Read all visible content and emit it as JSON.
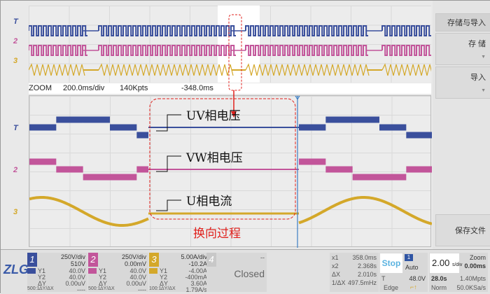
{
  "colors": {
    "ch1": "#3a4f9c",
    "ch2": "#c2559a",
    "ch3": "#d4a82a",
    "annot": "#e0201c",
    "cursor": "#3b7dc4"
  },
  "overview": {
    "channel_labels": [
      "T",
      "2",
      "3"
    ]
  },
  "zoombar": {
    "label": "ZOOM",
    "timebase": "200.0ms/div",
    "points": "140Kpts",
    "offset": "-348.0ms"
  },
  "main": {
    "channel_labels": [
      "T",
      "2",
      "3"
    ]
  },
  "annotations": {
    "uv": "UV相电压",
    "vw": "VW相电压",
    "u": "U相电流",
    "commutation": "换向过程"
  },
  "right_panel": {
    "title": "存储与导入",
    "save": "存 储",
    "import": "导入",
    "save_file": "保存文件"
  },
  "bottom": {
    "channels": [
      {
        "num": "1",
        "scale": "250V/div",
        "offset": "510V",
        "y1": "40.0V",
        "y2": "40.0V",
        "dy": "0.00uV",
        "dydx": "----",
        "cpl": "500:1"
      },
      {
        "num": "2",
        "scale": "250V/div",
        "offset": "0.00mV",
        "y1": "40.0V",
        "y2": "40.0V",
        "dy": "0.00uV",
        "dydx": "----",
        "cpl": "500:1"
      },
      {
        "num": "3",
        "scale": "5.00A/div",
        "offset": "-10.2A",
        "y1": "-4.00A",
        "y2": "-400mA",
        "dy": "3.60A",
        "dydx": "1.79A/s",
        "cpl": "100:1"
      }
    ],
    "ch4": {
      "num": "4",
      "status": "Closed",
      "dash": "--"
    },
    "labels": {
      "y1": "Y1",
      "y2": "Y2",
      "dy": "ΔY",
      "dydx": "ΔY/ΔX",
      "x1": "x1",
      "x2": "x2",
      "dx": "ΔX",
      "inv": "1/ΔX"
    },
    "cursors": {
      "x1": "358.0ms",
      "x2": "2.368s",
      "dx": "2.010s",
      "inv": "497.5mHz"
    },
    "trigger": {
      "state": "Stop",
      "source": "1",
      "mode": "Auto",
      "t_label": "T",
      "level": "48.0V",
      "type": "Edge"
    },
    "timebase": {
      "value": "2.00",
      "unit": "s/div",
      "zoom_label": "Zoom",
      "zoom_value": "0.00ms",
      "position": "28.0s",
      "mem": "1.40Mpts",
      "acq": "Norm",
      "rate": "50.0KSa/s"
    },
    "logo": "ZLG"
  }
}
